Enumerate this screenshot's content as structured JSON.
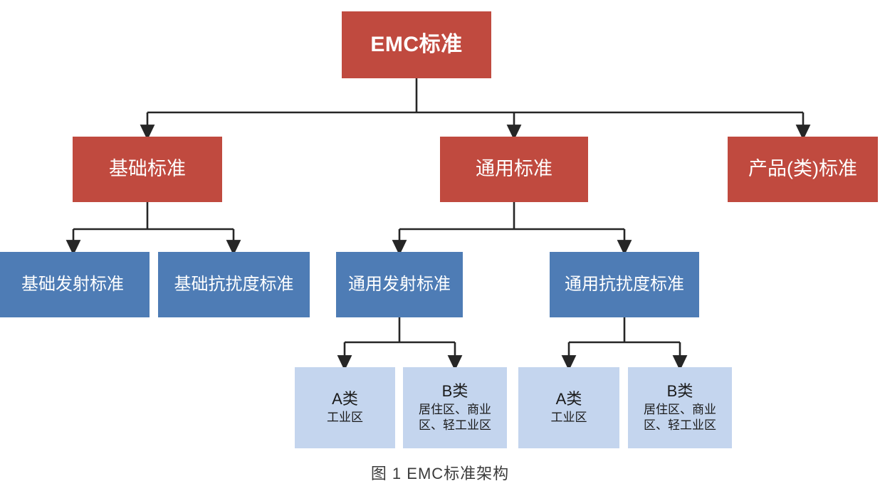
{
  "diagram": {
    "caption": "图 1  EMC标准架构",
    "watermark": "",
    "colors": {
      "level1": "#c04a3f",
      "level2": "#c04a3f",
      "level3": "#4e7cb5",
      "level4": "#c4d5ee",
      "connector": "#262626",
      "text_light": "#ffffff",
      "text_dark": "#1a1a1a",
      "caption_text": "#3b3b3b",
      "background": "#ffffff"
    },
    "nodes": {
      "root": {
        "label": "EMC标准"
      },
      "basic": {
        "label": "基础标准"
      },
      "generic": {
        "label": "通用标准"
      },
      "product": {
        "label": "产品(类)标准"
      },
      "basic_emission": {
        "label": "基础发射标准"
      },
      "basic_immunity": {
        "label": "基础抗扰度标准"
      },
      "generic_emission": {
        "label": "通用发射标准"
      },
      "generic_immunity": {
        "label": "通用抗扰度标准"
      },
      "ge_class_a": {
        "label": "A类",
        "sub": "工业区"
      },
      "ge_class_b": {
        "label": "B类",
        "sub": "居住区、商业区、轻工业区"
      },
      "gi_class_a": {
        "label": "A类",
        "sub": "工业区"
      },
      "gi_class_b": {
        "label": "B类",
        "sub": "居住区、商业区、轻工业区"
      }
    },
    "edges": [
      {
        "from": "root",
        "to": "basic"
      },
      {
        "from": "root",
        "to": "generic"
      },
      {
        "from": "root",
        "to": "product"
      },
      {
        "from": "basic",
        "to": "basic_emission"
      },
      {
        "from": "basic",
        "to": "basic_immunity"
      },
      {
        "from": "generic",
        "to": "generic_emission"
      },
      {
        "from": "generic",
        "to": "generic_immunity"
      },
      {
        "from": "generic_emission",
        "to": "ge_class_a"
      },
      {
        "from": "generic_emission",
        "to": "ge_class_b"
      },
      {
        "from": "generic_immunity",
        "to": "gi_class_a"
      },
      {
        "from": "generic_immunity",
        "to": "gi_class_b"
      }
    ]
  }
}
